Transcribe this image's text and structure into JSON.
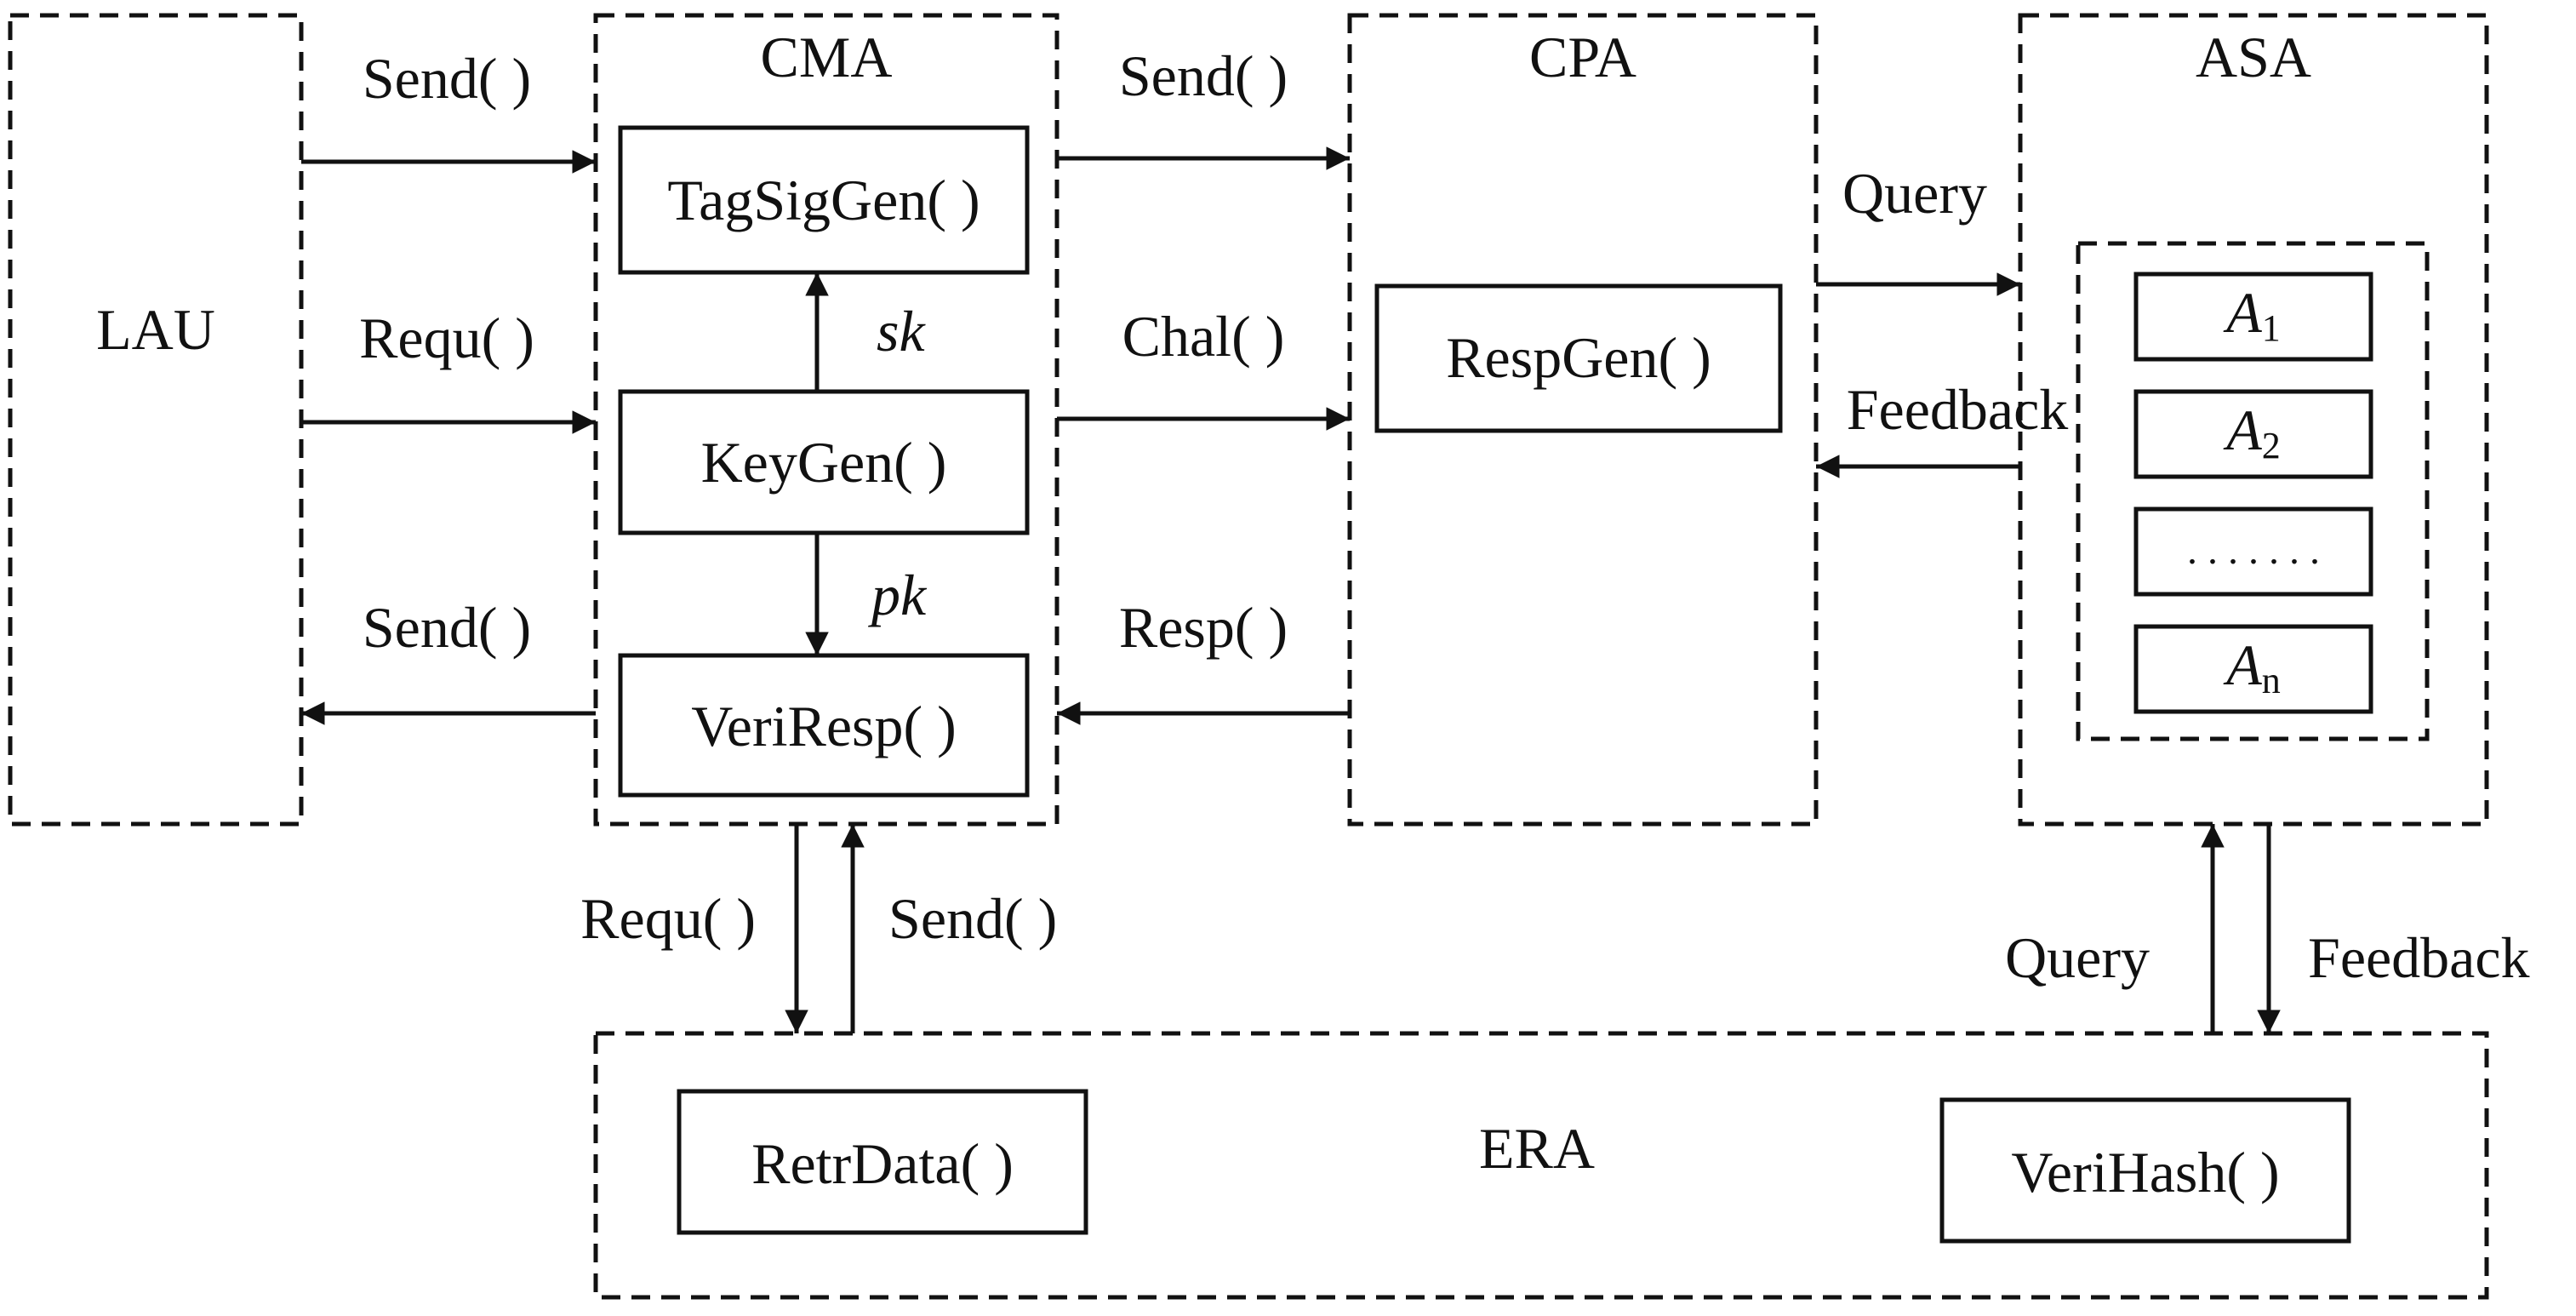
{
  "components": {
    "lau": "LAU",
    "cma": "CMA",
    "cpa": "CPA",
    "asa": "ASA",
    "era": "ERA"
  },
  "functions": {
    "tagsiggen": "TagSigGen( )",
    "keygen": "KeyGen( )",
    "veriresp": "VeriResp( )",
    "respgen": "RespGen( )",
    "retrdata": "RetrData( )",
    "verihash": "VeriHash( )"
  },
  "asa_items": {
    "a1_letter": "A",
    "a1_sub": "1",
    "a2_letter": "A",
    "a2_sub": "2",
    "ellipsis": ". . . . . . .",
    "an_letter": "A",
    "an_sub": "n"
  },
  "arrows": {
    "lau_cma_send": "Send( )",
    "lau_cma_requ": "Requ( )",
    "cma_lau_send": "Send( )",
    "keygen_sk": "sk",
    "keygen_pk": "pk",
    "cma_cpa_send": "Send( )",
    "cma_cpa_chal": "Chal( )",
    "cpa_cma_resp": "Resp( )",
    "cpa_asa_query": "Query",
    "asa_cpa_feedback": "Feedback",
    "cma_era_requ": "Requ( )",
    "era_cma_send": "Send( )",
    "era_asa_query": "Query",
    "asa_era_feedback": "Feedback"
  }
}
